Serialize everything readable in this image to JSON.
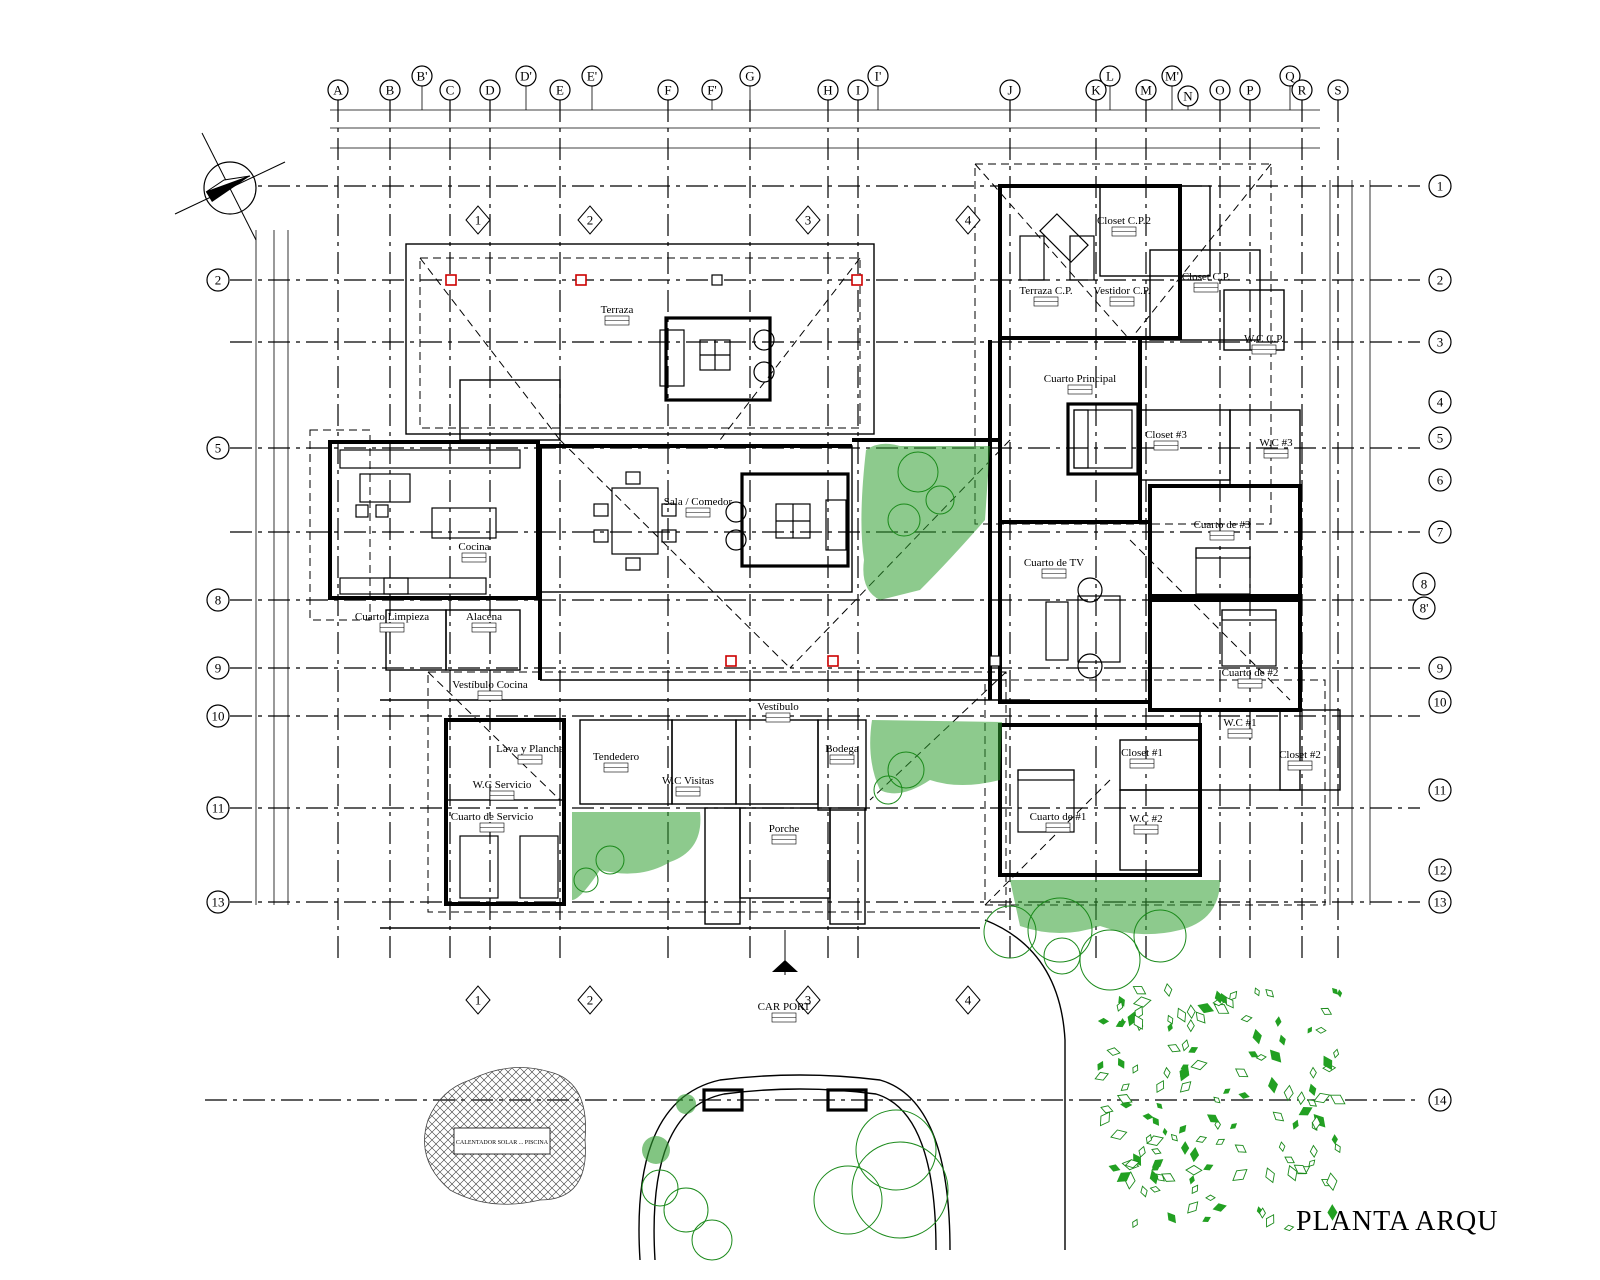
{
  "title": "PLANTA ARQU",
  "column_axes": [
    "A",
    "B",
    "B'",
    "C",
    "D",
    "D'",
    "E",
    "E'",
    "F",
    "F'",
    "G",
    "H",
    "I",
    "I'",
    "J",
    "K",
    "L",
    "M",
    "M'",
    "N",
    "O",
    "P",
    "Q",
    "R",
    "S"
  ],
  "row_axes_right": [
    "1",
    "2",
    "3",
    "4",
    "5",
    "6",
    "7",
    "8",
    "8'",
    "9",
    "10",
    "11",
    "12",
    "13",
    "14"
  ],
  "row_axes_left": [
    "2",
    "5",
    "8",
    "9",
    "10",
    "11",
    "13"
  ],
  "section_markers": [
    "1",
    "2",
    "3",
    "4"
  ],
  "rooms": [
    {
      "name": "Terraza"
    },
    {
      "name": "Cocina"
    },
    {
      "name": "Sala / Comedor"
    },
    {
      "name": "Cuarto Limpieza"
    },
    {
      "name": "Alacena"
    },
    {
      "name": "Vestíbulo Cocina"
    },
    {
      "name": "Lava y Plancha"
    },
    {
      "name": "W.C Servicio"
    },
    {
      "name": "Cuarto de Servicio"
    },
    {
      "name": "Tendedero"
    },
    {
      "name": "W.C Visitas"
    },
    {
      "name": "Vestíbulo"
    },
    {
      "name": "Bodega"
    },
    {
      "name": "Porche"
    },
    {
      "name": "CAR PORT"
    },
    {
      "name": "Terraza C.P."
    },
    {
      "name": "Vestidor C.P."
    },
    {
      "name": "Closet C.P.2"
    },
    {
      "name": "Closet C.P."
    },
    {
      "name": "W.C C.P."
    },
    {
      "name": "Cuarto Principal"
    },
    {
      "name": "Closet #3"
    },
    {
      "name": "W.C #3"
    },
    {
      "name": "Cuarto de #3"
    },
    {
      "name": "Cuarto de TV"
    },
    {
      "name": "Cuarto de #2"
    },
    {
      "name": "W.C #1"
    },
    {
      "name": "Closet #2"
    },
    {
      "name": "Closet #1"
    },
    {
      "name": "W.C #2"
    },
    {
      "name": "Cuarto de #1"
    }
  ],
  "notes": {
    "tank": "CALENTADOR SOLAR ... PISCINA"
  },
  "colors": {
    "line": "#000000",
    "vegetation": "#1b8a1b",
    "column_marker": "#cc0000"
  }
}
